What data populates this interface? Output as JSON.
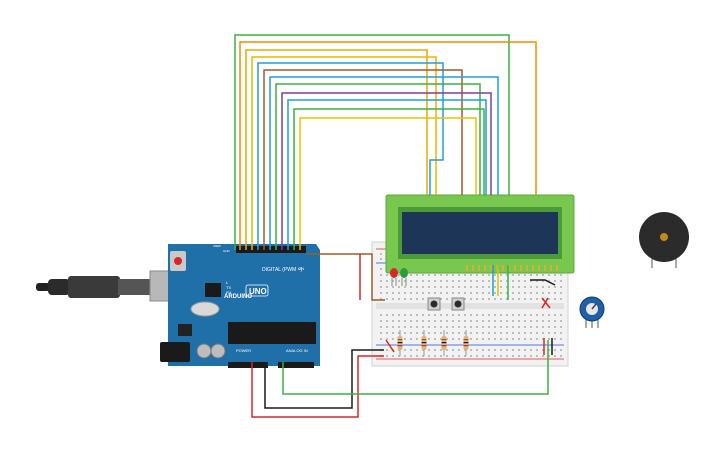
{
  "circuit": {
    "arduino": {
      "logo_text": "ARDUINO",
      "model_text": "UNO",
      "digital_label": "DIGITAL (PWM ~)",
      "power_label": "POWER",
      "analog_label": "ANALOG IN",
      "aref_label": "AREF",
      "gnd_label": "GND",
      "tx_label": "TX",
      "rx_label": "RX",
      "l_label": "L",
      "on_label": "ON",
      "board_color": "#1f6fa8"
    },
    "lcd": {
      "frame_color": "#78c850",
      "screen_color": "#1d3557"
    },
    "breadboard": {
      "color": "#f2f2f2"
    },
    "leds": [
      {
        "color": "#d62828"
      },
      {
        "color": "#2a9d3a"
      }
    ],
    "buzzer": {
      "color": "#2b2b2b",
      "center_color": "#c08a1a"
    },
    "potentiometer": {
      "color": "#1f5fa8"
    },
    "wire_colors": [
      "#3cb043",
      "#f0b400",
      "#f08c00",
      "#e8a800",
      "#1e9fd8",
      "#a05a2c",
      "#7b3fa0",
      "#1e9fd8",
      "#3cb043",
      "#e8c000",
      "#d62828",
      "#1a1a1a"
    ]
  }
}
